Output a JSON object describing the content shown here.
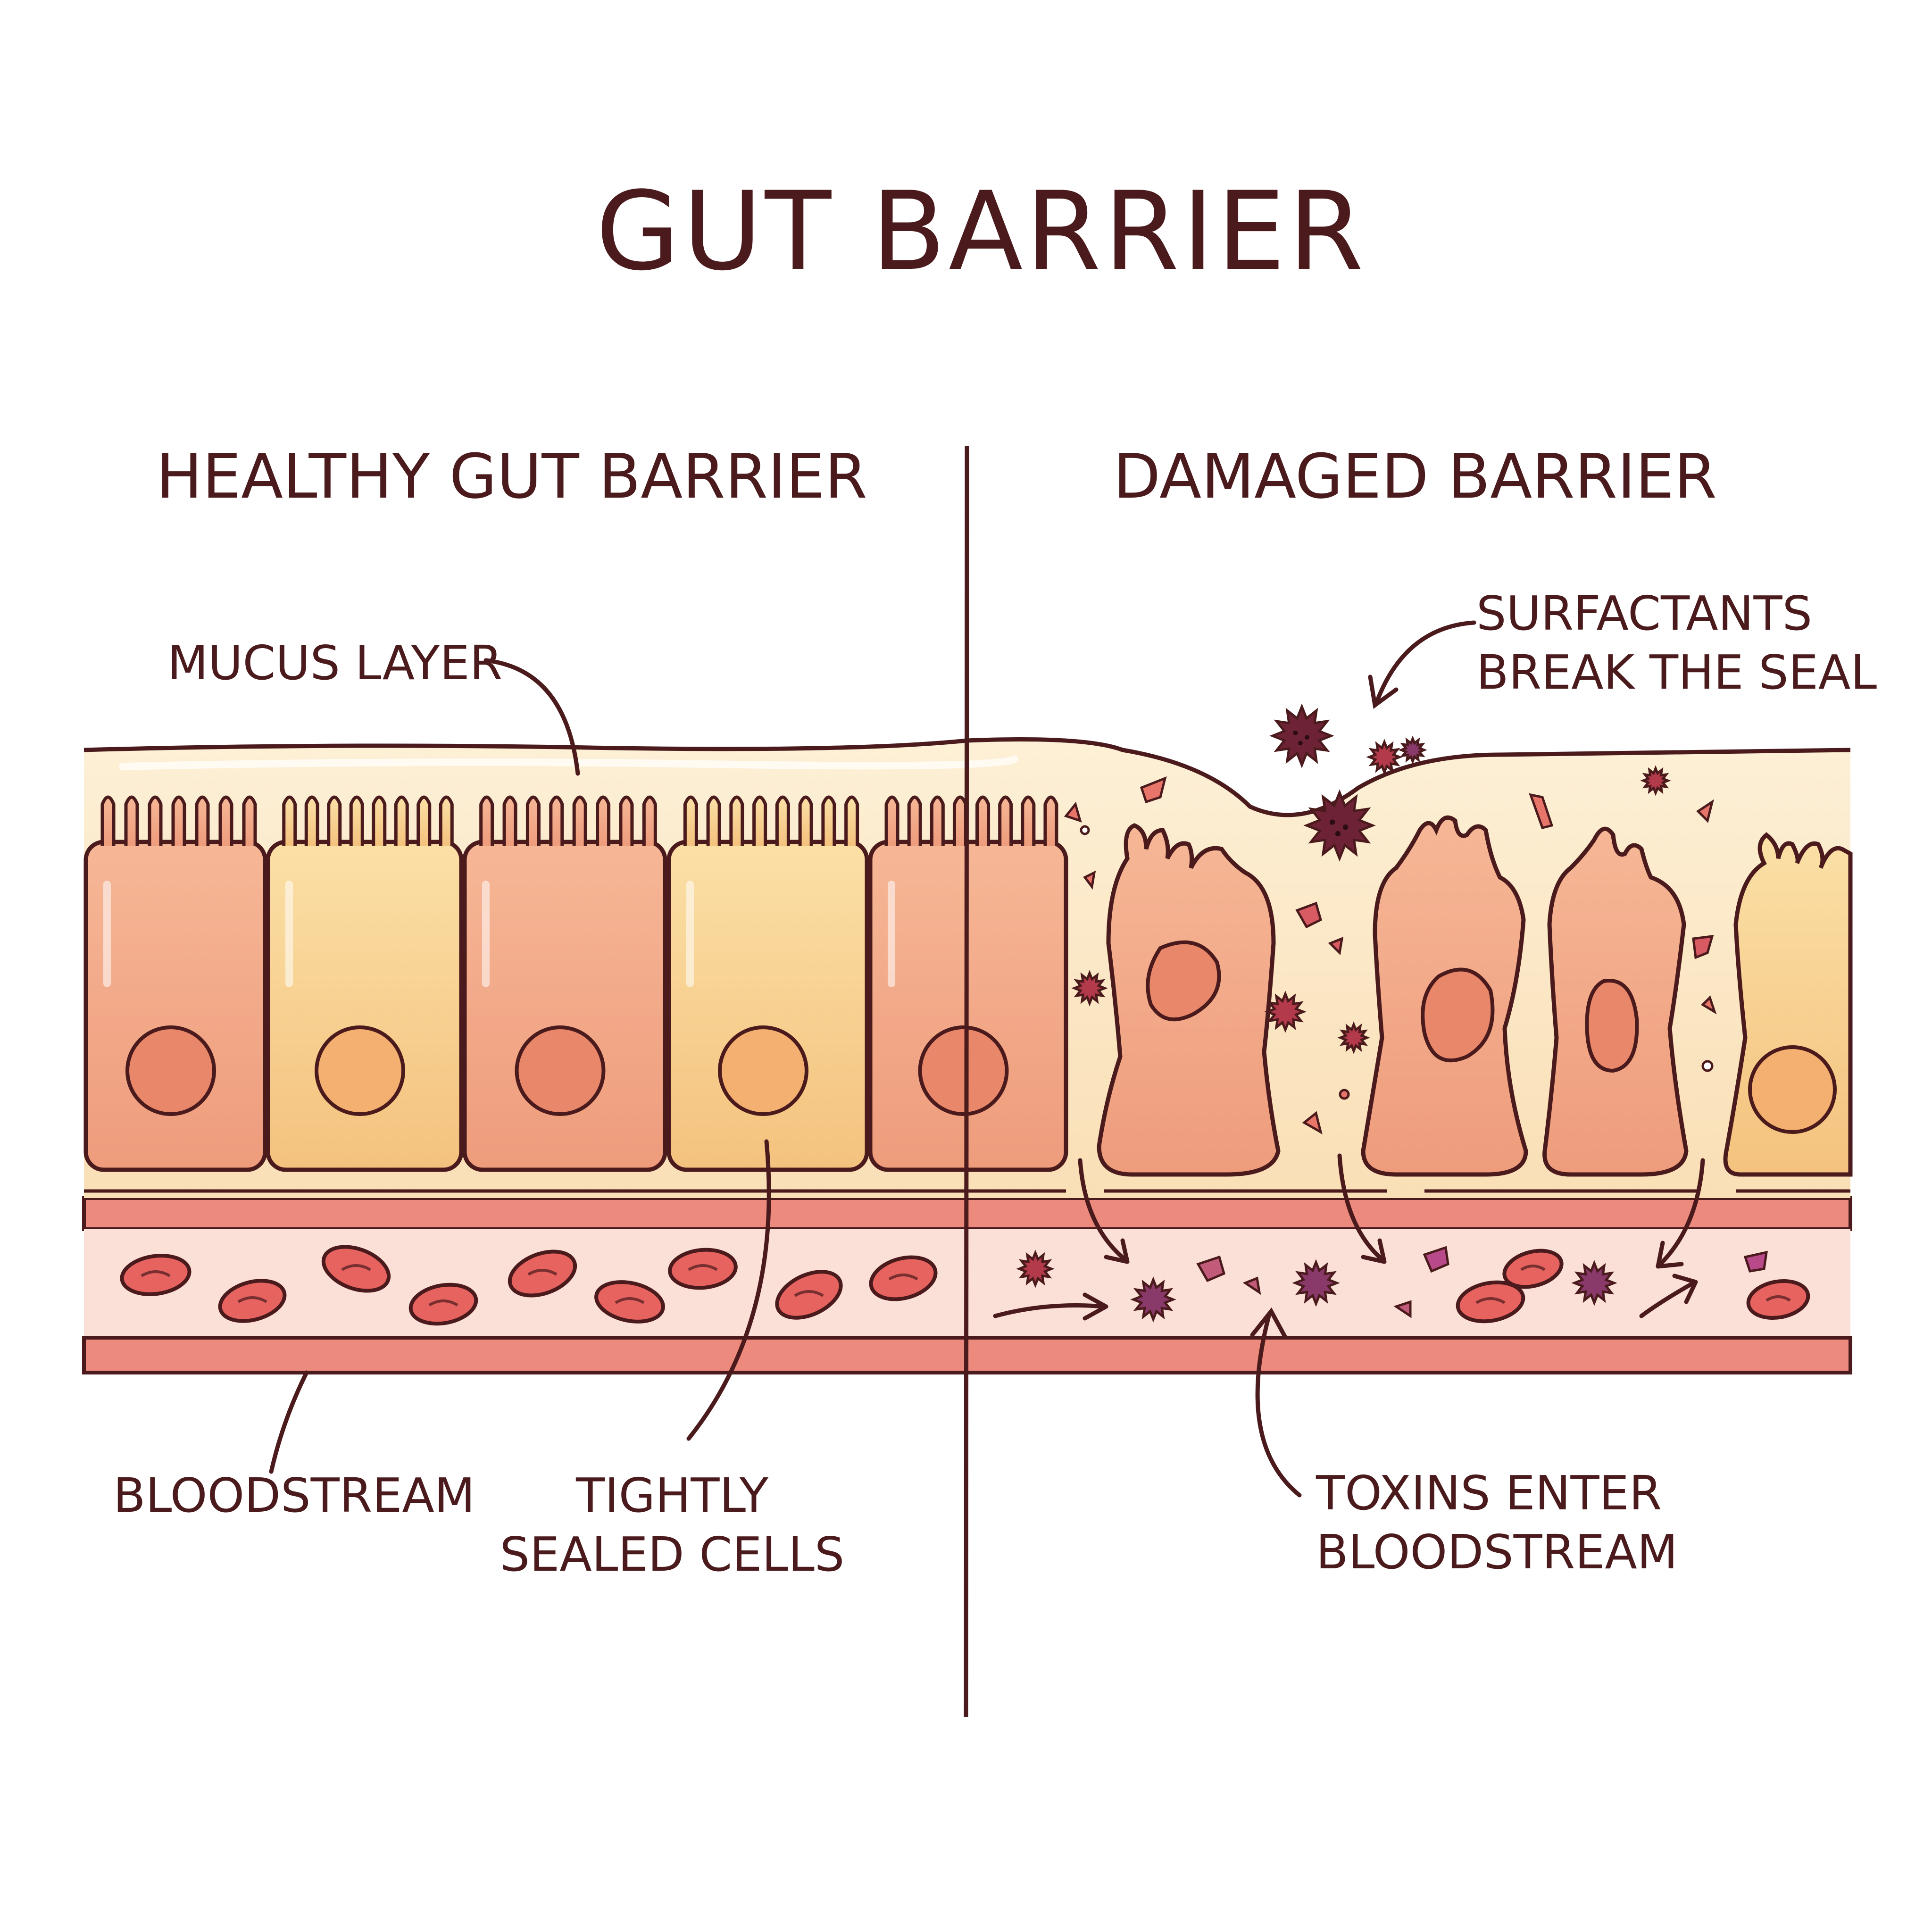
{
  "title": "GUT BARRIER",
  "panels": {
    "healthy": {
      "heading": "HEALTHY GUT BARRIER"
    },
    "damaged": {
      "heading": "DAMAGED BARRIER"
    }
  },
  "labels": {
    "mucus_layer": "MUCUS LAYER",
    "bloodstream": "BLOODSTREAM",
    "tightly_sealed": [
      "TIGHTLY",
      "SEALED CELLS"
    ],
    "surfactants": [
      "SURFACTANTS",
      "BREAK THE SEAL"
    ],
    "toxins": [
      "TOXINS ENTER",
      "BLOODSTREAM"
    ]
  },
  "colors": {
    "ink": "#4a1a1c",
    "mucus": "#fbe6c4",
    "cell_peach": "#f2a888",
    "cell_yellow": "#f8d08e",
    "nucleus": "#e9876a",
    "vessel_wall": "#ec8a7e",
    "plasma": "#fbe0d8",
    "rbc": "#e6635f",
    "toxin_dark": "#6e2236",
    "toxin_red": "#b23a4a",
    "toxin_purple": "#8a3a6a"
  }
}
